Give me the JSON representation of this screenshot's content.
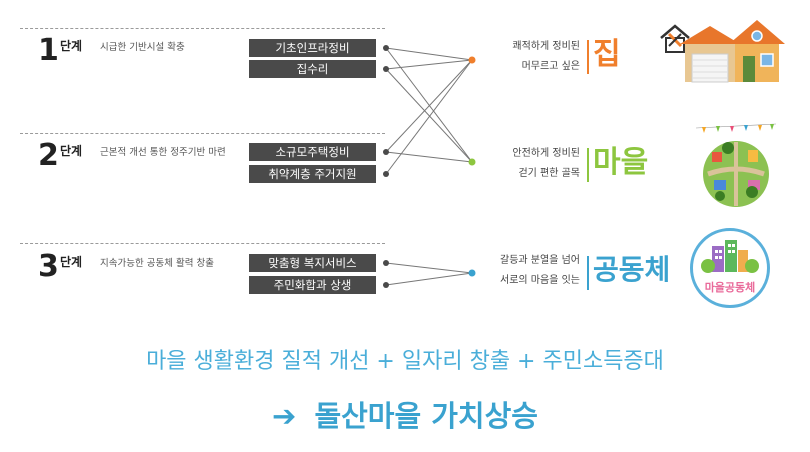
{
  "stages": [
    {
      "num": "1",
      "word": "단계",
      "desc": "시급한 기반시설 확충",
      "items": [
        "기초인프라정비",
        "집수리"
      ]
    },
    {
      "num": "2",
      "word": "단계",
      "desc": "근본적 개선 통한 정주기반 마련",
      "items": [
        "소규모주택정비",
        "취약계층 주거지원"
      ]
    },
    {
      "num": "3",
      "word": "단계",
      "desc": "지속가능한 공동체 활력 창출",
      "items": [
        "맞춤형 복지서비스",
        "주민화합과 상생"
      ]
    }
  ],
  "goals": [
    {
      "line1": "쾌적하게 정비된",
      "line2": "머무르고 싶은",
      "title": "집",
      "color": "#f07f2c"
    },
    {
      "line1": "안전하게 정비된",
      "line2": "걷기 편한 골목",
      "title": "마을",
      "color": "#8dc63f"
    },
    {
      "line1": "갈등과 분열을 넘어",
      "line2": "서로의 마음을 잇는",
      "title": "공동체",
      "color": "#3aa2cf"
    }
  ],
  "logo_text": "마을공동체",
  "bottom": {
    "line1": "마을 생활환경 질적 개선 + 일자리 창출 + 주민소득증대",
    "arrow": "➔",
    "line2": "돌산마을 가치상승"
  },
  "colors": {
    "dark_box": "#4a4a4a",
    "orange": "#f07f2c",
    "green": "#8dc63f",
    "blue": "#3aa2cf",
    "light_blue": "#4aaed9"
  },
  "icons": [
    "tools-icon",
    "house-illustration",
    "village-illustration",
    "community-logo"
  ]
}
